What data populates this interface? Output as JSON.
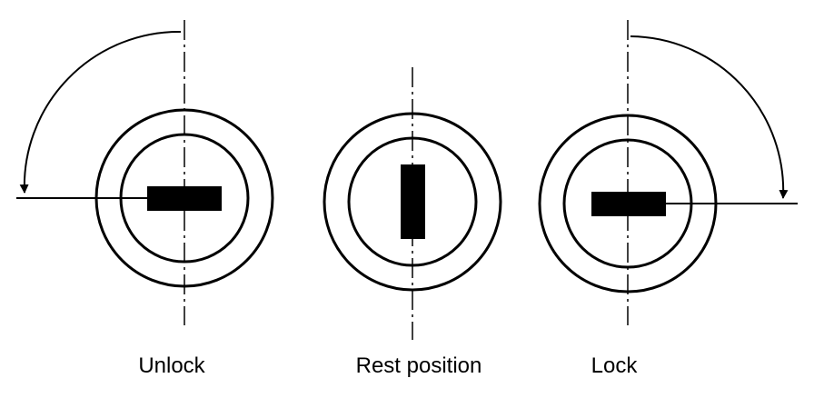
{
  "diagram": {
    "labels": {
      "unlock": "Unlock",
      "rest": "Rest position",
      "lock": "Lock"
    },
    "colors": {
      "ink": "#000000",
      "background": "#ffffff"
    }
  }
}
